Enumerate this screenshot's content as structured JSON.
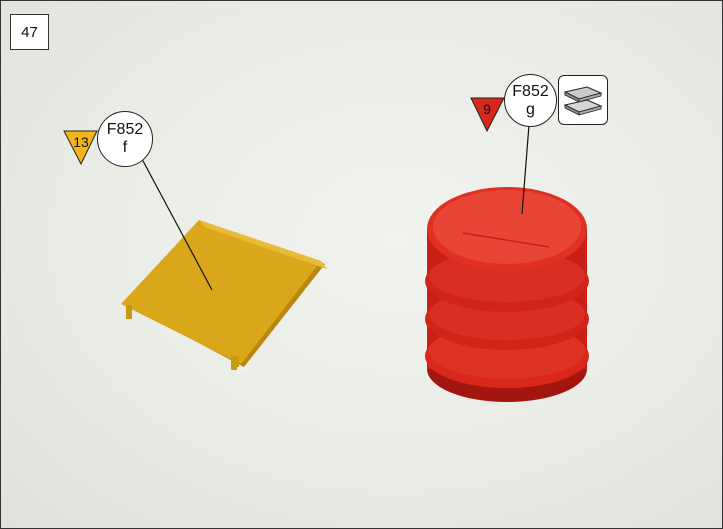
{
  "step": {
    "number": "47"
  },
  "parts": [
    {
      "code": "F852",
      "sub": "f",
      "quantity": "13",
      "color": "#f2b51c",
      "icon": ""
    },
    {
      "code": "F852",
      "sub": "g",
      "quantity": "9",
      "color": "#d6281e",
      "icon": "stacked-layers-icon"
    }
  ],
  "colors": {
    "background": "#eceee8",
    "yellow_part": "#d9a719",
    "red_part": "#d9281b"
  }
}
